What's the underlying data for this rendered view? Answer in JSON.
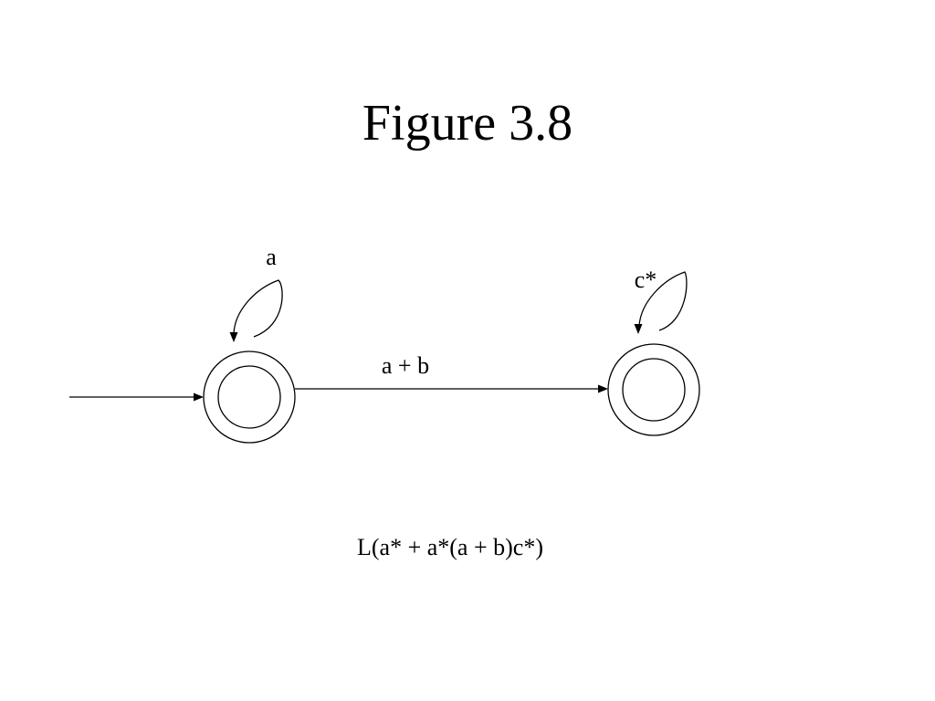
{
  "title": "Figure 3.8",
  "diagram": {
    "states": [
      {
        "id": "q0",
        "accepting": true,
        "initial": true
      },
      {
        "id": "q1",
        "accepting": true,
        "initial": false
      }
    ],
    "transitions": [
      {
        "from": "q0",
        "to": "q0",
        "label": "a"
      },
      {
        "from": "q0",
        "to": "q1",
        "label": "a + b"
      },
      {
        "from": "q1",
        "to": "q1",
        "label": "c*"
      }
    ]
  },
  "caption": "L(a* + a*(a + b)c*)"
}
